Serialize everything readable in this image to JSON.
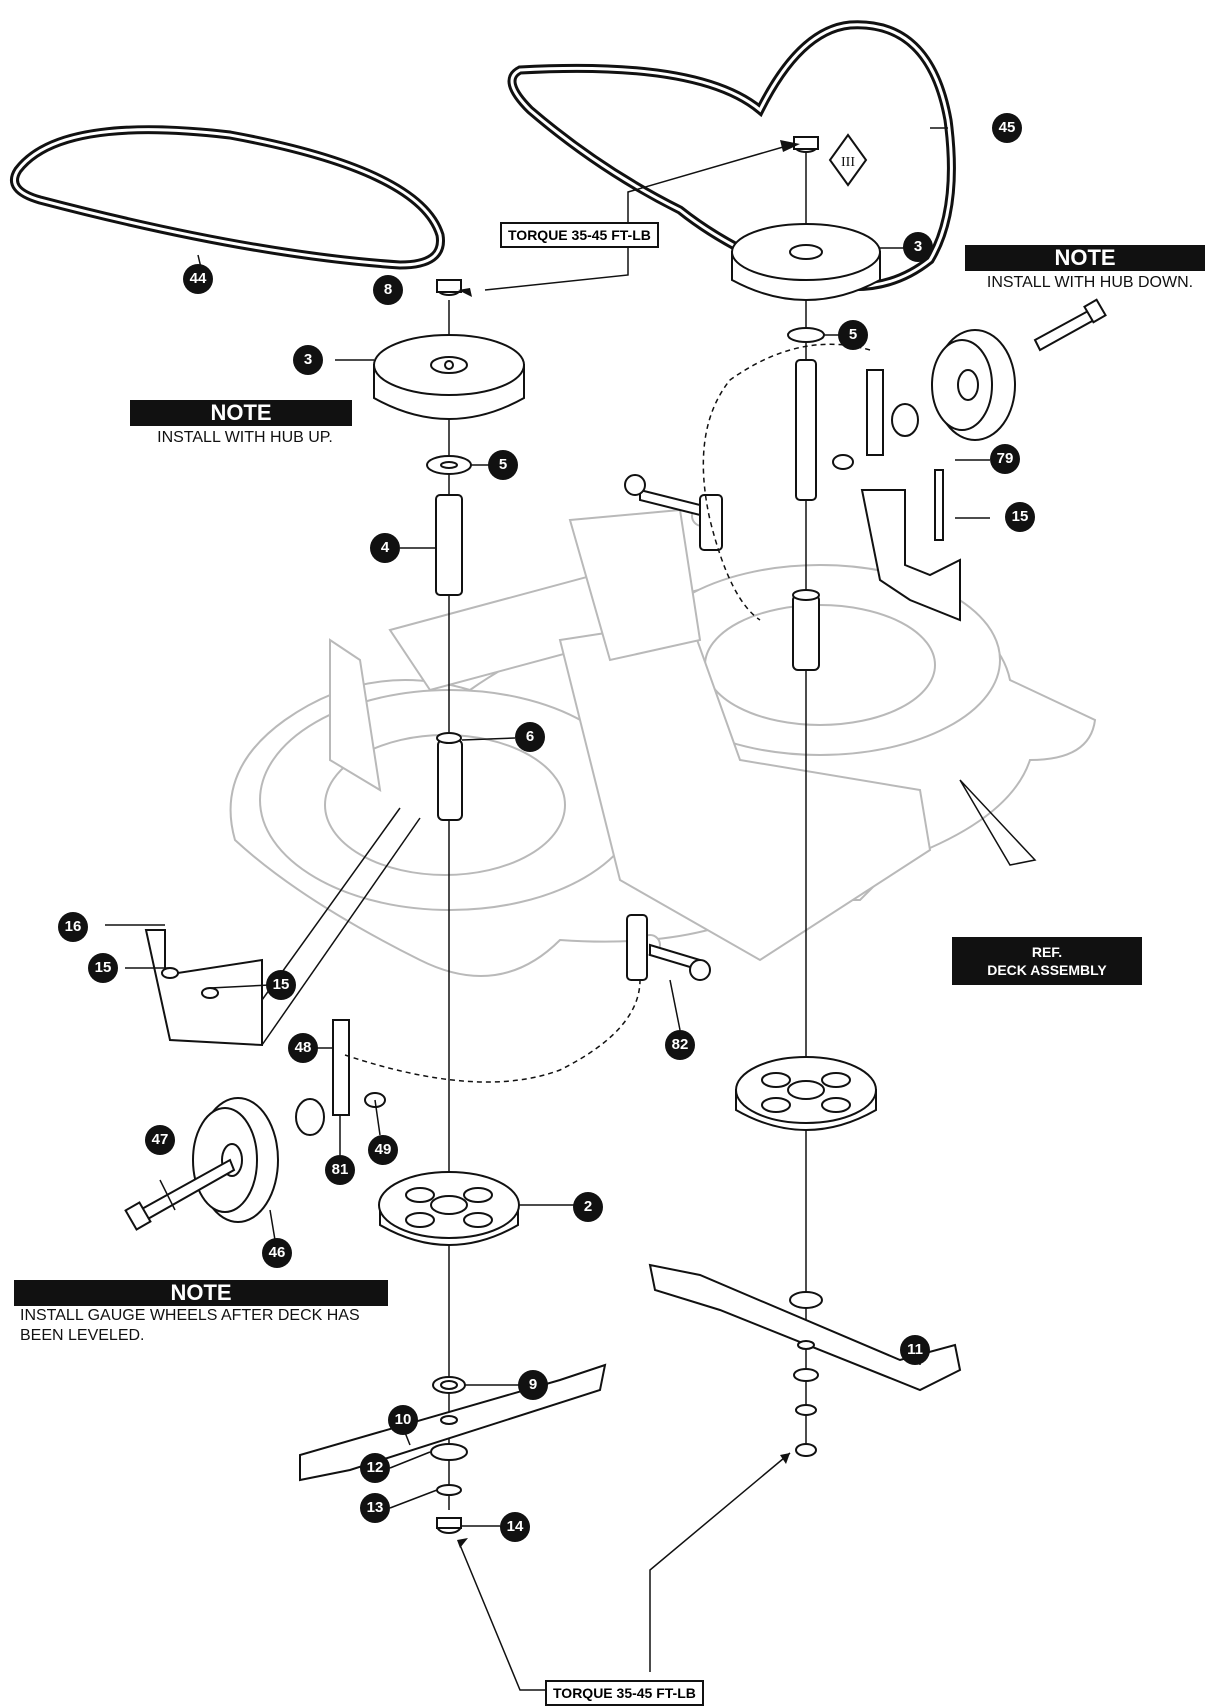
{
  "notes": [
    {
      "title": "NOTE",
      "text": "INSTALL WITH HUB UP."
    },
    {
      "title": "NOTE",
      "text": "INSTALL WITH HUB DOWN."
    },
    {
      "title": "NOTE",
      "text": "INSTALL GAUGE WHEELS AFTER DECK HAS BEEN LEVELED."
    }
  ],
  "torque_labels": [
    "TORQUE 35-45 FT-LB",
    "TORQUE 35-45 FT-LB"
  ],
  "reference": {
    "line1": "REF.",
    "line2": "DECK ASSEMBLY"
  },
  "symbol": "III",
  "callouts": [
    "44",
    "45",
    "3",
    "3",
    "8",
    "5",
    "5",
    "4",
    "6",
    "79",
    "15",
    "16",
    "15",
    "15",
    "48",
    "49",
    "81",
    "47",
    "46",
    "82",
    "2",
    "11",
    "10",
    "9",
    "12",
    "13",
    "14"
  ]
}
